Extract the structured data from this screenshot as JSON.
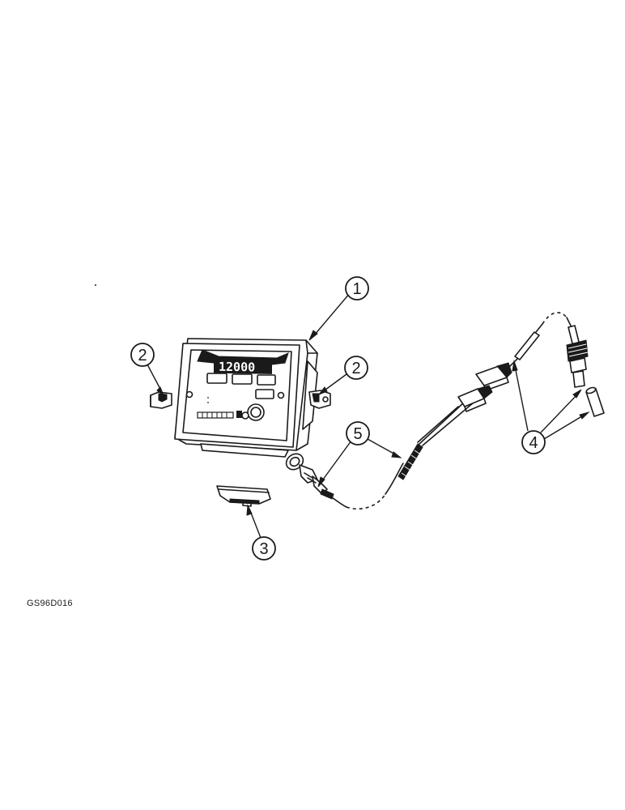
{
  "figure_code": "GS96D016",
  "display_readout": "12000",
  "callouts": {
    "monitor": "1",
    "bracket_left": "2",
    "bracket_right": "2",
    "mount": "3",
    "sensor": "4",
    "harness": "5"
  },
  "colors": {
    "ink": "#1a1a1a",
    "background": "#ffffff"
  }
}
